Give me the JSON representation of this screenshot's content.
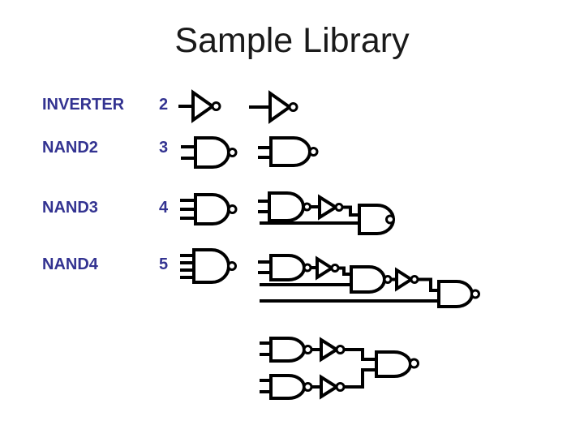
{
  "slide": {
    "title": "Sample Library",
    "colors": {
      "background": "#ffffff",
      "title": "#1a1a1a",
      "label": "#333391",
      "line": "#000000"
    },
    "rows": [
      {
        "label": "INVERTER",
        "count": "2",
        "symbol_icon": "inverter-gate-icon",
        "implementation_icon": "inverter-gate-icon"
      },
      {
        "label": "NAND2",
        "count": "3",
        "symbol_icon": "nand2-gate-icon",
        "implementation_icon": "nand2-gate-icon"
      },
      {
        "label": "NAND3",
        "count": "4",
        "symbol_icon": "nand3-gate-icon",
        "implementation_icon": "nand2-inverter-nand2-cascade-icon"
      },
      {
        "label": "NAND4",
        "count": "5",
        "symbol_icon": "nand4-gate-icon",
        "implementation_icon": "nand2-inverter-double-cascade-icon"
      }
    ],
    "footer_circuit_icon": "nand4-tree-circuit-icon"
  }
}
